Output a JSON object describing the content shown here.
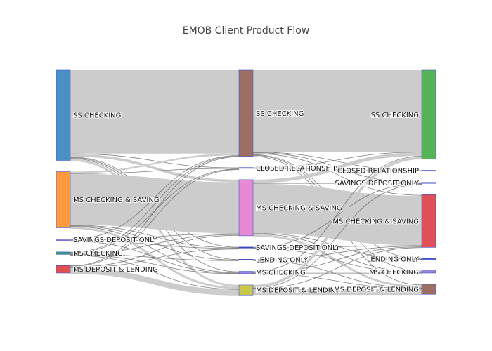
{
  "title": "EMOB Client Product Flow",
  "colors": {
    "band": "#cccccc",
    "thin_band": "#555555",
    "node_border": "#4455cc"
  },
  "nodes": [
    {
      "id": "c1_ss",
      "col": 0,
      "label": "SS CHECKING",
      "value": 530,
      "color": "#4a90c4"
    },
    {
      "id": "c1_mcs",
      "col": 0,
      "label": "MS CHECKING & SAVING",
      "value": 330,
      "color": "#ff9a41"
    },
    {
      "id": "c1_sdo",
      "col": 0,
      "label": "SAVINGS DEPOSIT ONLY",
      "value": 10,
      "color": "#9b84e0"
    },
    {
      "id": "c1_msc",
      "col": 0,
      "label": "MS CHECKING",
      "value": 14,
      "color": "#3a9a7a"
    },
    {
      "id": "c1_mdl",
      "col": 0,
      "label": "MS DEPOSIT & LENDING",
      "value": 44,
      "color": "#e05050"
    },
    {
      "id": "c2_ss",
      "col": 1,
      "label": "SS CHECKING",
      "value": 506,
      "color": "#9d6e62"
    },
    {
      "id": "c2_cr",
      "col": 1,
      "label": "CLOSED RELATIONSHIP",
      "value": 5,
      "color": "#3344bb"
    },
    {
      "id": "c2_mcs",
      "col": 1,
      "label": "MS CHECKING & SAVING",
      "value": 330,
      "color": "#e68ad4"
    },
    {
      "id": "c2_sdo",
      "col": 1,
      "label": "SAVINGS DEPOSIT ONLY",
      "value": 6,
      "color": "#3344bb"
    },
    {
      "id": "c2_lo",
      "col": 1,
      "label": "LENDING ONLY",
      "value": 4,
      "color": "#3344bb"
    },
    {
      "id": "c2_msc",
      "col": 1,
      "label": "MS CHECKING",
      "value": 14,
      "color": "#9b84e0"
    },
    {
      "id": "c2_mdl",
      "col": 1,
      "label": "MS DEPOSIT & LENDING",
      "value": 59,
      "color": "#c8c84a"
    },
    {
      "id": "c3_ss",
      "col": 2,
      "label": "SS CHECKING",
      "value": 522,
      "color": "#55b455"
    },
    {
      "id": "c3_cr",
      "col": 2,
      "label": "CLOSED RELATIONSHIP",
      "value": 5,
      "color": "#3344bb"
    },
    {
      "id": "c3_sdo",
      "col": 2,
      "label": "SAVINGS DEPOSIT ONLY",
      "value": 6,
      "color": "#3344bb"
    },
    {
      "id": "c3_mcs",
      "col": 2,
      "label": "MS CHECKING & SAVING",
      "value": 310,
      "color": "#e05058"
    },
    {
      "id": "c3_lo",
      "col": 2,
      "label": "LENDING ONLY",
      "value": 4,
      "color": "#3344bb"
    },
    {
      "id": "c3_msc",
      "col": 2,
      "label": "MS CHECKING",
      "value": 14,
      "color": "#9b84e0"
    },
    {
      "id": "c3_mdl",
      "col": 2,
      "label": "MS DEPOSIT & LENDING",
      "value": 59,
      "color": "#9d6e62"
    }
  ],
  "links": [
    {
      "source": "c1_ss",
      "target": "c2_ss",
      "value": 490
    },
    {
      "source": "c1_ss",
      "target": "c2_cr",
      "value": 3
    },
    {
      "source": "c1_ss",
      "target": "c2_mcs",
      "value": 15
    },
    {
      "source": "c1_ss",
      "target": "c2_sdo",
      "value": 2
    },
    {
      "source": "c1_ss",
      "target": "c2_lo",
      "value": 2
    },
    {
      "source": "c1_ss",
      "target": "c2_msc",
      "value": 6
    },
    {
      "source": "c1_ss",
      "target": "c2_mdl",
      "value": 12
    },
    {
      "source": "c1_mcs",
      "target": "c2_ss",
      "value": 10
    },
    {
      "source": "c1_mcs",
      "target": "c2_cr",
      "value": 1
    },
    {
      "source": "c1_mcs",
      "target": "c2_mcs",
      "value": 300
    },
    {
      "source": "c1_mcs",
      "target": "c2_sdo",
      "value": 2
    },
    {
      "source": "c1_mcs",
      "target": "c2_lo",
      "value": 1
    },
    {
      "source": "c1_mcs",
      "target": "c2_msc",
      "value": 4
    },
    {
      "source": "c1_mcs",
      "target": "c2_mdl",
      "value": 12
    },
    {
      "source": "c1_sdo",
      "target": "c2_ss",
      "value": 2
    },
    {
      "source": "c1_sdo",
      "target": "c2_mcs",
      "value": 5
    },
    {
      "source": "c1_sdo",
      "target": "c2_sdo",
      "value": 2
    },
    {
      "source": "c1_sdo",
      "target": "c2_msc",
      "value": 1
    },
    {
      "source": "c1_msc",
      "target": "c2_ss",
      "value": 3
    },
    {
      "source": "c1_msc",
      "target": "c2_cr",
      "value": 1
    },
    {
      "source": "c1_msc",
      "target": "c2_mcs",
      "value": 5
    },
    {
      "source": "c1_msc",
      "target": "c2_lo",
      "value": 1
    },
    {
      "source": "c1_msc",
      "target": "c2_msc",
      "value": 3
    },
    {
      "source": "c1_msc",
      "target": "c2_mdl",
      "value": 1
    },
    {
      "source": "c1_mdl",
      "target": "c2_ss",
      "value": 1
    },
    {
      "source": "c1_mdl",
      "target": "c2_mcs",
      "value": 5
    },
    {
      "source": "c1_mdl",
      "target": "c2_sdo",
      "value": 2
    },
    {
      "source": "c1_mdl",
      "target": "c2_mdl",
      "value": 34
    },
    {
      "source": "c1_mdl",
      "target": "c2_cr",
      "value": 2
    },
    {
      "source": "c2_ss",
      "target": "c3_ss",
      "value": 480
    },
    {
      "source": "c2_ss",
      "target": "c3_cr",
      "value": 2
    },
    {
      "source": "c2_ss",
      "target": "c3_sdo",
      "value": 2
    },
    {
      "source": "c2_ss",
      "target": "c3_mcs",
      "value": 8
    },
    {
      "source": "c2_ss",
      "target": "c3_lo",
      "value": 1
    },
    {
      "source": "c2_ss",
      "target": "c3_msc",
      "value": 5
    },
    {
      "source": "c2_ss",
      "target": "c3_mdl",
      "value": 8
    },
    {
      "source": "c2_cr",
      "target": "c3_cr",
      "value": 3
    },
    {
      "source": "c2_cr",
      "target": "c3_ss",
      "value": 2
    },
    {
      "source": "c2_mcs",
      "target": "c3_ss",
      "value": 20
    },
    {
      "source": "c2_mcs",
      "target": "c3_sdo",
      "value": 2
    },
    {
      "source": "c2_mcs",
      "target": "c3_mcs",
      "value": 290
    },
    {
      "source": "c2_mcs",
      "target": "c3_lo",
      "value": 1
    },
    {
      "source": "c2_mcs",
      "target": "c3_msc",
      "value": 5
    },
    {
      "source": "c2_mcs",
      "target": "c3_mdl",
      "value": 12
    },
    {
      "source": "c2_sdo",
      "target": "c3_sdo",
      "value": 2
    },
    {
      "source": "c2_sdo",
      "target": "c3_mcs",
      "value": 3
    },
    {
      "source": "c2_sdo",
      "target": "c3_msc",
      "value": 1
    },
    {
      "source": "c2_lo",
      "target": "c3_lo",
      "value": 2
    },
    {
      "source": "c2_lo",
      "target": "c3_mcs",
      "value": 1
    },
    {
      "source": "c2_lo",
      "target": "c3_mdl",
      "value": 1
    },
    {
      "source": "c2_msc",
      "target": "c3_ss",
      "value": 4
    },
    {
      "source": "c2_msc",
      "target": "c3_mcs",
      "value": 5
    },
    {
      "source": "c2_msc",
      "target": "c3_msc",
      "value": 3
    },
    {
      "source": "c2_msc",
      "target": "c3_mdl",
      "value": 2
    },
    {
      "source": "c2_mdl",
      "target": "c3_ss",
      "value": 16
    },
    {
      "source": "c2_mdl",
      "target": "c3_mcs",
      "value": 3
    },
    {
      "source": "c2_mdl",
      "target": "c3_mdl",
      "value": 36
    },
    {
      "source": "c2_mdl",
      "target": "c3_cr",
      "value": 0
    },
    {
      "source": "c2_mdl",
      "target": "c3_sdo",
      "value": 2
    },
    {
      "source": "c2_mdl",
      "target": "c3_msc",
      "value": 0
    },
    {
      "source": "c2_mdl",
      "target": "c3_lo",
      "value": 0
    }
  ]
}
